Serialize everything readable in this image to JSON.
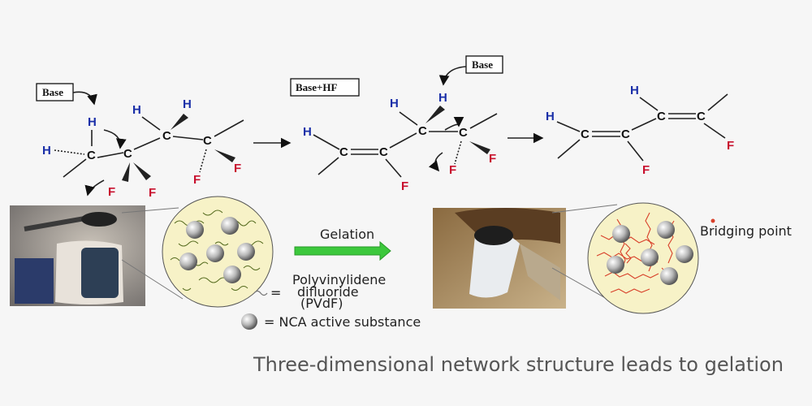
{
  "reagents": {
    "base_1": "Base",
    "base_hf": "Base+HF",
    "base_2": "Base"
  },
  "atoms": {
    "C": "C",
    "H": "H",
    "F": "F"
  },
  "process": {
    "gelation_label": "Gelation",
    "bridging_point_label": "Bridging point"
  },
  "legend": {
    "pvdf_name_line1": "Polyvinylidene",
    "pvdf_name_line2": "difluoride",
    "pvdf_abbrev": "(PVdF)",
    "nca_label": "= NCA active substance",
    "equals": "="
  },
  "caption": "Three-dimensional network structure leads to gelation",
  "colors": {
    "hydrogen": "#1a2fa8",
    "fluorine": "#c8102e",
    "gelation_arrow": "#3cc83c",
    "pvdf_chain": "#556b1e",
    "crosslinked_chain": "#d8402a"
  }
}
